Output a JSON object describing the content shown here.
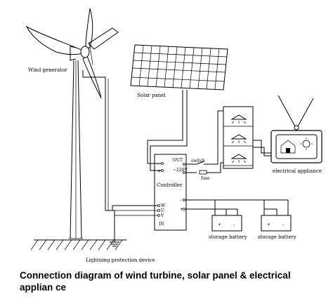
{
  "labels": {
    "wind_generator": "Wind generator",
    "solar_panel": "Solar panel",
    "out": "OUT",
    "ac220": "~220V",
    "switch": "switch",
    "fuse": "fuse",
    "controller": "Controller",
    "in": "IN",
    "electrical_appliance": "electrical appliance",
    "storage_battery_1": "storage battery",
    "storage_battery_2": "storage battery",
    "lightning": "Lightning protection device"
  },
  "terminals": {
    "minus": "-",
    "plus": "+",
    "w": "W",
    "u": "U",
    "v": "V"
  },
  "caption": "Connection diagram of wind turbine, solar panel & electrical applian ce"
}
